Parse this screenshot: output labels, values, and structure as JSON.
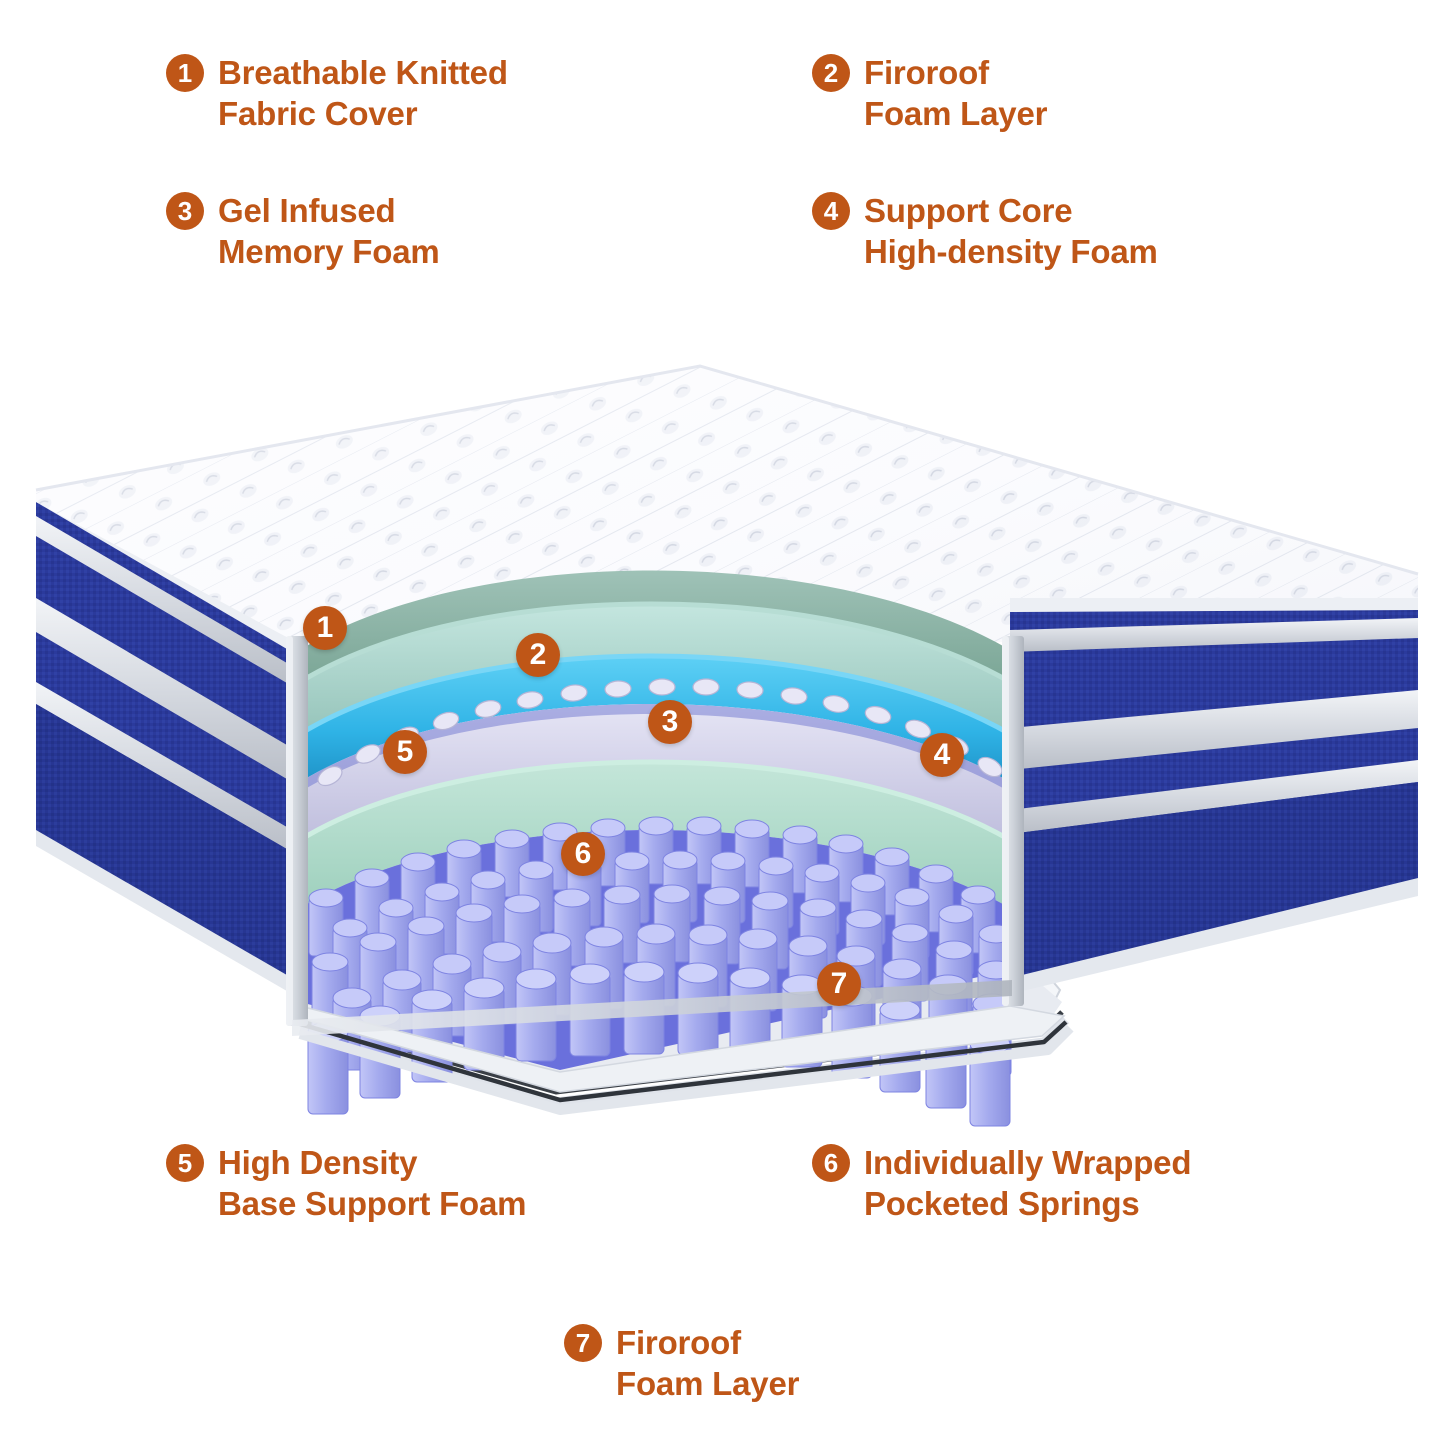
{
  "page": {
    "title": "Mattress Construction Layer Diagram",
    "background": "#ffffff"
  },
  "theme": {
    "accent": "#bf5617",
    "badge_text": "#ffffff",
    "cover_white": "#fbfcfe",
    "side_navy": "#2b3a9c",
    "side_piping": "#d8dce2",
    "layer_sage": "#8fb7ac",
    "layer_teal": "#aad6cf",
    "layer_cyan": "#36b7e8",
    "layer_convoluted": "#d3d2ea",
    "layer_mint": "#aedccd",
    "spring_fill": "#a9aef0",
    "spring_gap": "#6a6fd8",
    "base_gray": "#e6e9ee",
    "base_dark": "#3a3f46"
  },
  "callouts": [
    {
      "number": "1",
      "label": "Breathable Knitted\nFabric Cover"
    },
    {
      "number": "2",
      "label": "Firoroof\nFoam Layer"
    },
    {
      "number": "3",
      "label": "Gel Infused\nMemory Foam"
    },
    {
      "number": "4",
      "label": "Support Core\nHigh-density Foam"
    },
    {
      "number": "5",
      "label": "High Density\nBase Support Foam"
    },
    {
      "number": "6",
      "label": "Individually Wrapped\nPocketed Springs"
    },
    {
      "number": "7",
      "label": "Firoroof\nFoam Layer"
    }
  ],
  "diagram_badges": [
    {
      "number": "1",
      "target": "knitted-fabric-cover"
    },
    {
      "number": "2",
      "target": "fireproof-foam-layer-top"
    },
    {
      "number": "3",
      "target": "gel-infused-memory-foam"
    },
    {
      "number": "4",
      "target": "support-core-high-density-foam"
    },
    {
      "number": "5",
      "target": "high-density-base-support-foam"
    },
    {
      "number": "6",
      "target": "individually-wrapped-pocketed-springs"
    },
    {
      "number": "7",
      "target": "fireproof-foam-layer-bottom"
    }
  ]
}
